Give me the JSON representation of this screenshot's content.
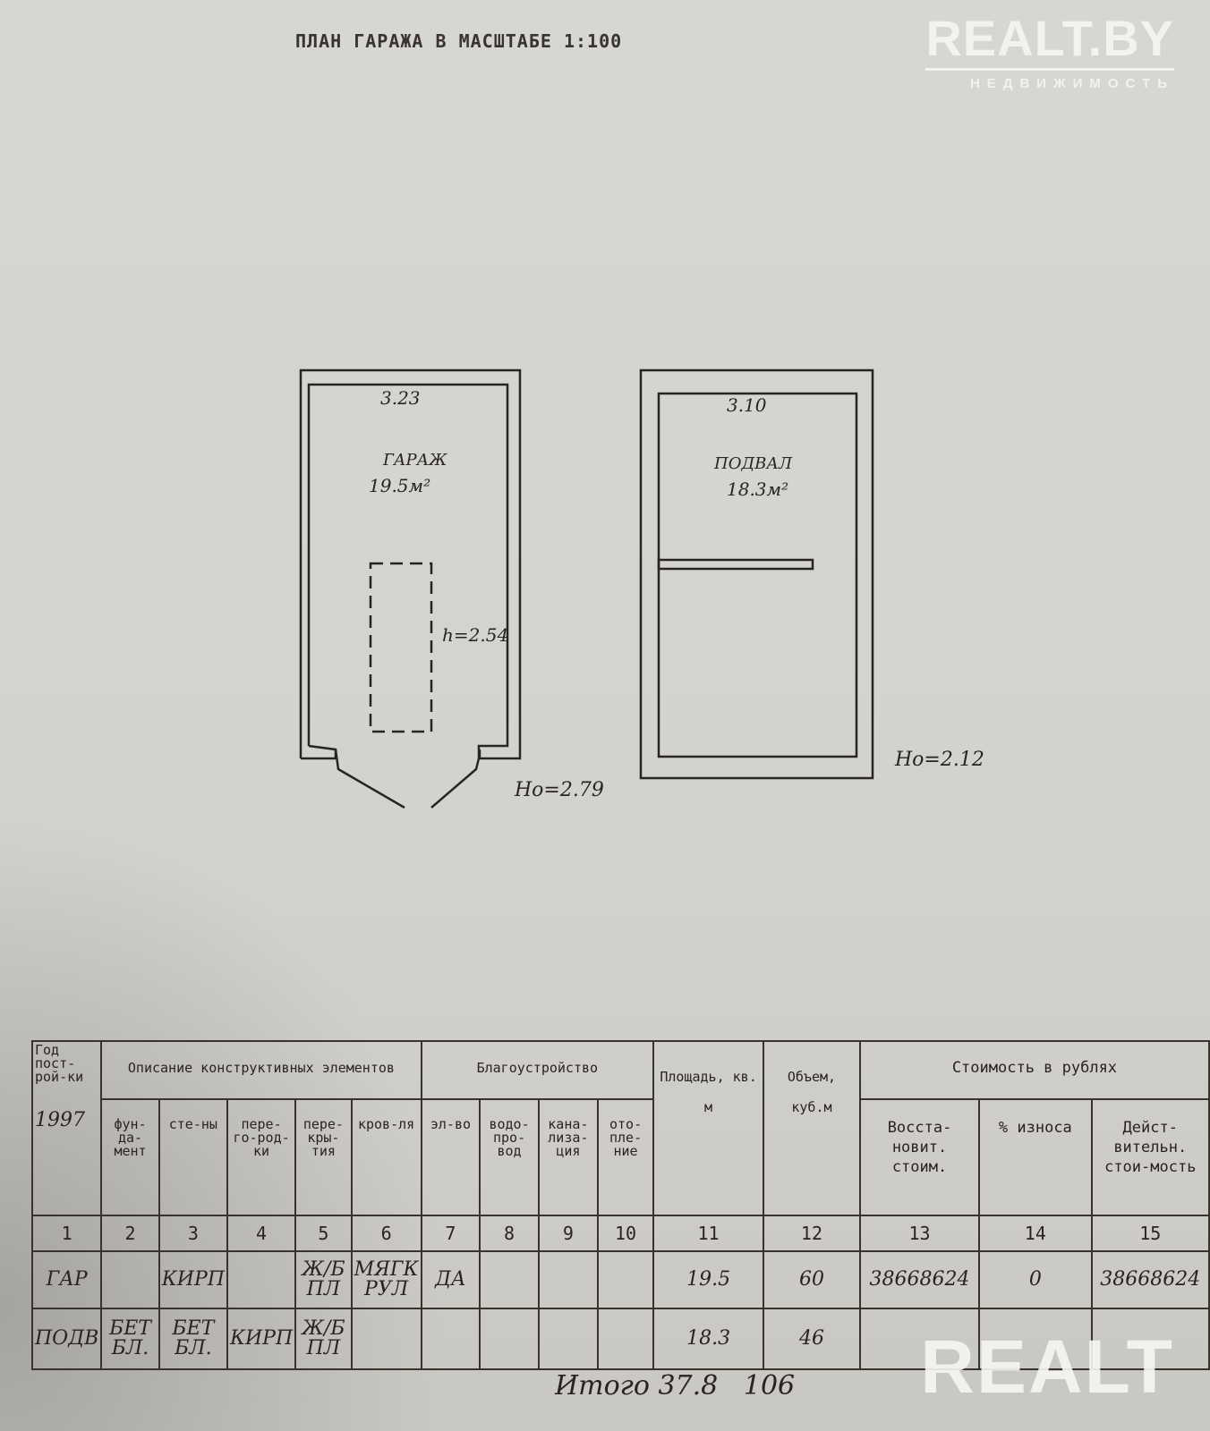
{
  "title": "ПЛАН ГАРАЖА В МАСШТАБЕ  1:100",
  "logo": {
    "name": "REALT.BY",
    "tagline": "НЕДВИЖИМОСТЬ",
    "watermark": "REALT"
  },
  "plan": {
    "garage": {
      "width": "3.23",
      "label": "ГАРАЖ",
      "area": "19.5м²",
      "height": "h=2.54",
      "outer_height": "Ho=2.79"
    },
    "basement": {
      "width": "3.10",
      "label": "ПОДВАЛ",
      "area": "18.3м²",
      "outer_height": "Ho=2.12"
    }
  },
  "table": {
    "h_year": "Год пост-рой-ки",
    "year": "1997",
    "h_desc": "Описание конструктивных элементов",
    "h_improve": "Благоустройство",
    "h_area": "Площадь, кв. м",
    "h_volume": "Объем, куб.м",
    "h_cost": "Стоимость в рублях",
    "sub": [
      "фун-да-мент",
      "сте-ны",
      "пере-го-род-ки",
      "пере-кры-тия",
      "кров-ля",
      "эл-во",
      "водо-про-вод",
      "кана-лиза-ция",
      "ото-пле-ние",
      "Восста-новит. стоим.",
      "% износа",
      "Дейст-вительн. стои-мость"
    ],
    "nums": [
      "1",
      "2",
      "3",
      "4",
      "5",
      "6",
      "7",
      "8",
      "9",
      "10",
      "11",
      "12",
      "13",
      "14",
      "15"
    ],
    "rows": [
      [
        "ГАР",
        "",
        "КИРП",
        "",
        "Ж/Б ПЛ",
        "МЯГК РУЛ",
        "ДА",
        "",
        "",
        "",
        "19.5",
        "60",
        "38668624",
        "0",
        "38668624"
      ],
      [
        "ПОДВ",
        "БЕТ БЛ.",
        "БЕТ БЛ.",
        "КИРП",
        "Ж/Б ПЛ",
        "",
        "",
        "",
        "",
        "",
        "18.3",
        "46",
        "",
        "",
        ""
      ]
    ]
  },
  "total": {
    "label": "Итого",
    "area": "37.8",
    "volume": "106"
  }
}
